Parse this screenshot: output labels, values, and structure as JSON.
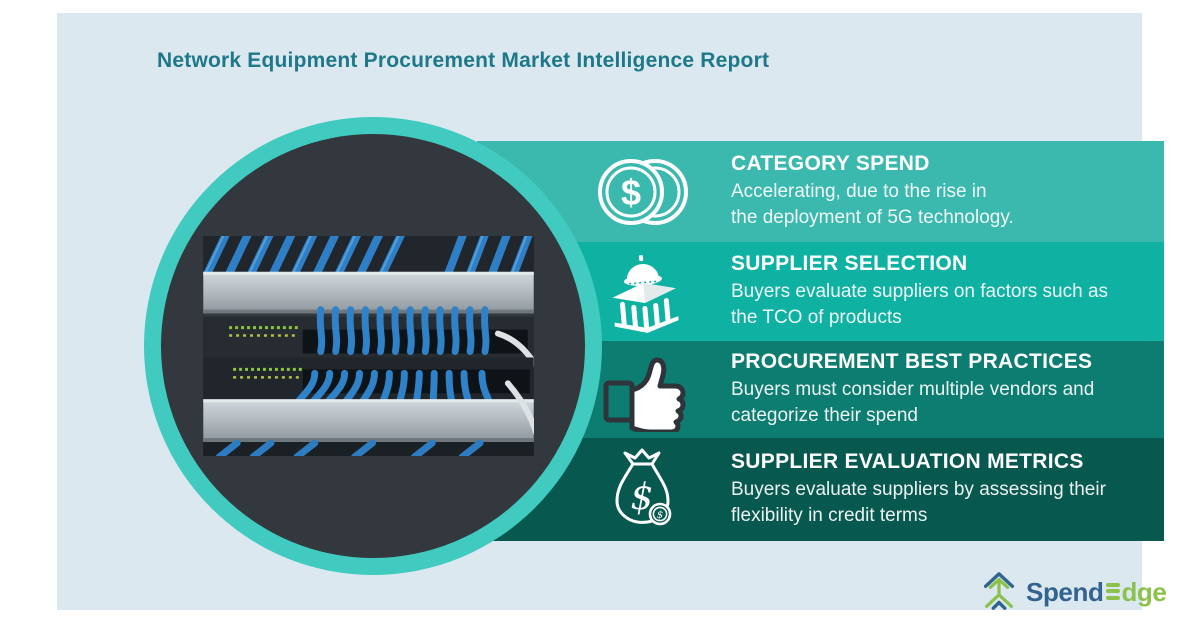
{
  "title": "Network Equipment Procurement Market Intelligence Report",
  "bands": [
    {
      "icon": "coins-icon",
      "heading": "CATEGORY SPEND",
      "body_lines": [
        "Accelerating, due to the rise in",
        "the deployment of 5G technology."
      ],
      "bg": "#3bb9ae"
    },
    {
      "icon": "bank-icon",
      "heading": "SUPPLIER SELECTION",
      "body_lines": [
        "Buyers evaluate suppliers on factors such as",
        "the TCO of products"
      ],
      "bg": "#0fb1a2"
    },
    {
      "icon": "thumbs-up-icon",
      "heading": "PROCUREMENT BEST PRACTICES",
      "body_lines": [
        "Buyers must consider multiple vendors and",
        "categorize their spend"
      ],
      "bg": "#0c7d70"
    },
    {
      "icon": "money-bag-icon",
      "heading": "SUPPLIER EVALUATION METRICS",
      "body_lines": [
        "Buyers evaluate suppliers by assessing their",
        "flexibility in credit terms"
      ],
      "bg": "#07584e"
    }
  ],
  "hero": {
    "image_label": "Blue network patch cables plugged into rack switches"
  },
  "logo": {
    "spend": "Spend",
    "edge_e": "E",
    "edge_rest": "dge",
    "spend_color": "#33638f",
    "edge_color": "#8cc14e"
  },
  "colors": {
    "panel_bg": "#dbe8f0",
    "title": "#1e7889",
    "ring": "#41cabf",
    "circle_fill": "#32383d"
  }
}
